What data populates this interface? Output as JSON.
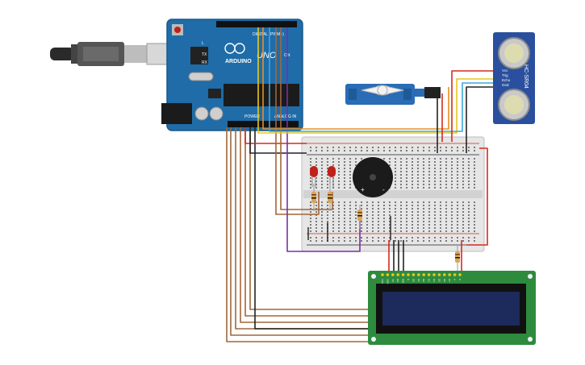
{
  "arduino": {
    "brand": "ARDUINO",
    "model": "UNO",
    "digital_label": "DIGITAL (PWM~)",
    "power_label": "POWER",
    "analog_label": "ANALOG IN",
    "led_labels": [
      "L",
      "TX",
      "RX"
    ],
    "on_label": "ON"
  },
  "sensor": {
    "model": "HC-SR04",
    "pins": [
      "Vcc",
      "Trig",
      "Echo",
      "Gnd"
    ]
  },
  "lcd": {
    "pin_labels": [
      "VSS",
      "VDD",
      "V0",
      "RS",
      "RW",
      "E",
      "D0",
      "D1",
      "D2",
      "D3",
      "D4",
      "D5",
      "D6",
      "D7",
      "A",
      "K"
    ]
  },
  "buzzer": {
    "plus": "+",
    "minus": "-"
  },
  "colors": {
    "board": "#1f6ca8",
    "lcd_pcb": "#2e8b3e",
    "lcd_screen": "#1c2a5c",
    "sensor": "#2a4f9e",
    "wire_brown": "#a0673a",
    "wire_red": "#d42a1e",
    "wire_black": "#222222",
    "wire_purple": "#7a2fa8",
    "wire_orange": "#e8901e",
    "wire_yellow": "#e8c81e",
    "wire_cyan": "#3aa8d8",
    "led": "#c0201a"
  }
}
